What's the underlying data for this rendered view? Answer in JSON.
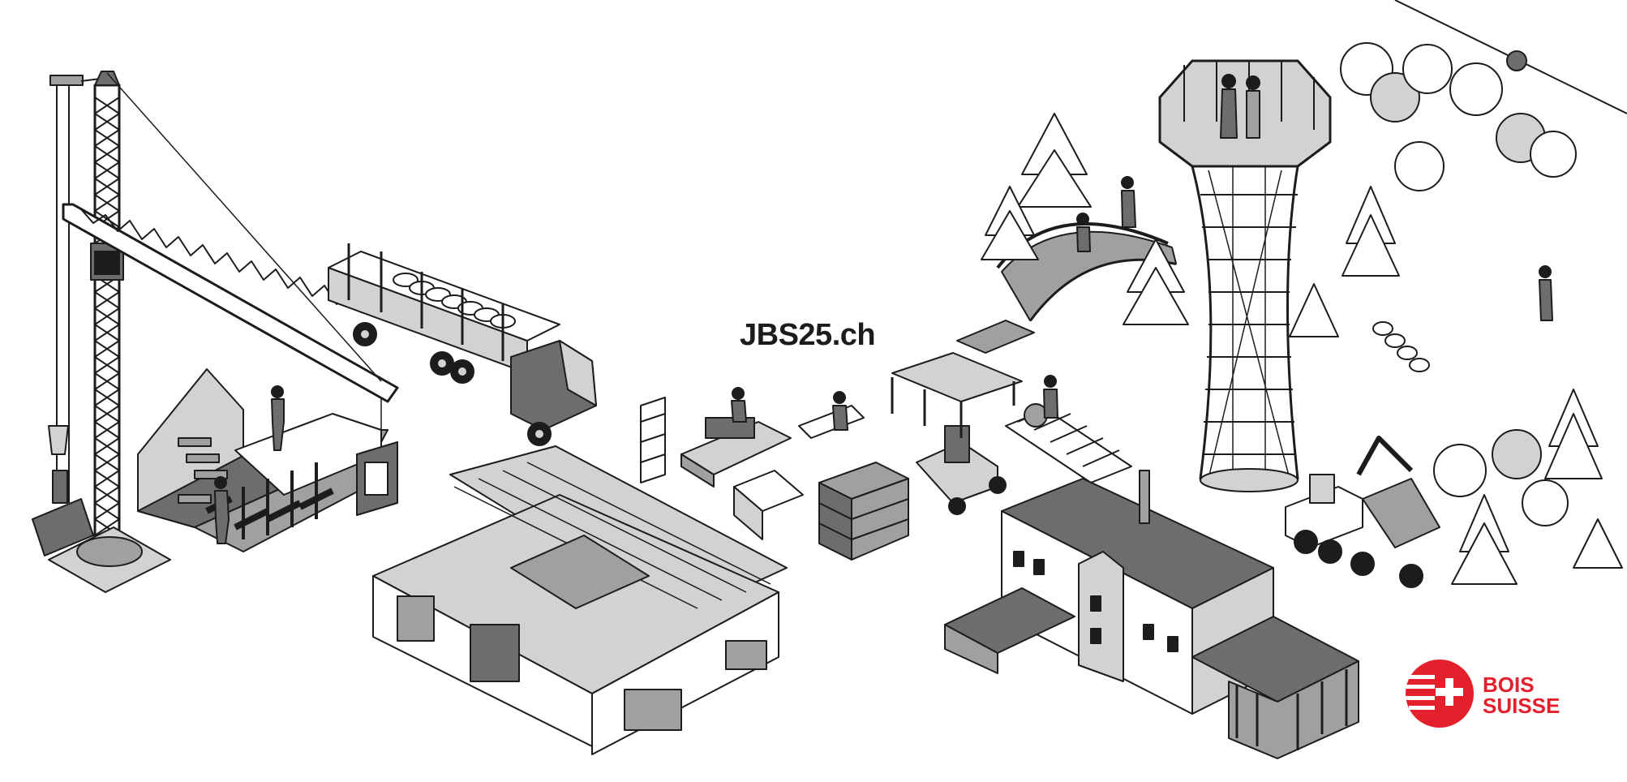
{
  "headline": "JBS25.ch",
  "logo": {
    "line1": "BOIS",
    "line2": "SUISSE",
    "color": "#e3202b"
  },
  "palette": {
    "ink": "#1c1c1c",
    "dark": "#6d6d6d",
    "mid": "#a0a0a0",
    "light": "#d2d2d2",
    "paper": "#ffffff"
  }
}
